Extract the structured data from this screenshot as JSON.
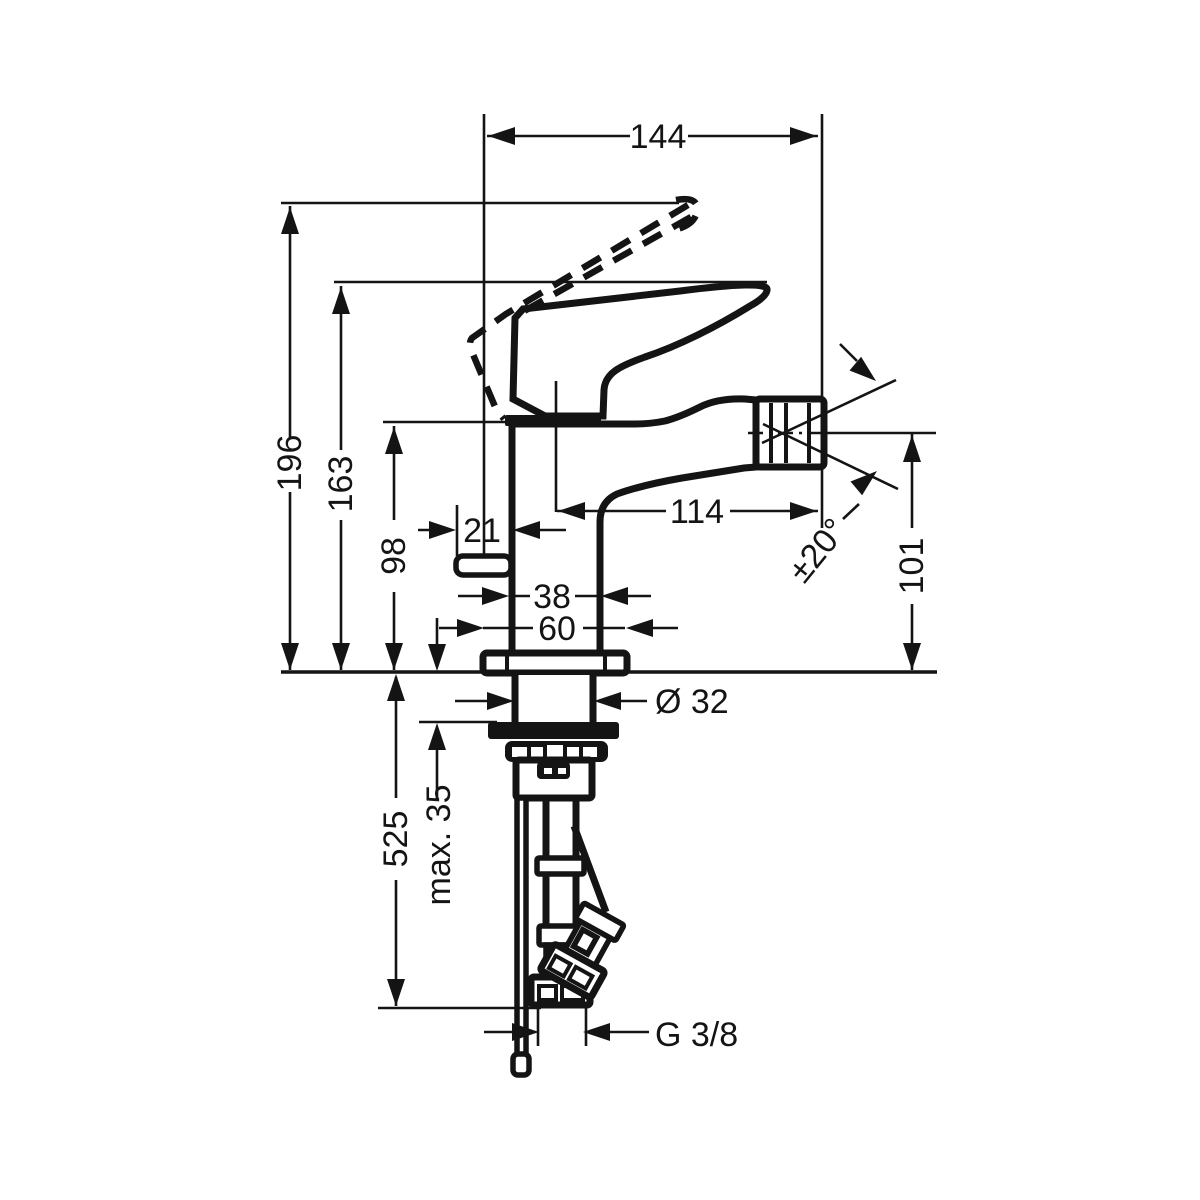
{
  "diagram": {
    "type": "technical-drawing",
    "subject": "Single-lever bidet mixer tap, front elevation with installation dimensions",
    "units": "mm",
    "line_color": "#141414",
    "background_color": "#ffffff",
    "dimensions": {
      "overall_width": "144",
      "overall_height": "196",
      "handle_tip_height": "163",
      "body_height": "98",
      "rod_offset": "21",
      "spout_reach": "114",
      "spout_angle": "±20°",
      "outlet_height": "101",
      "body_width": "38",
      "base_width": "60",
      "shank_diameter": "Ø 32",
      "hose_length": "525",
      "max_deck_thickness": "max. 35",
      "connection_thread": "G 3/8"
    }
  }
}
